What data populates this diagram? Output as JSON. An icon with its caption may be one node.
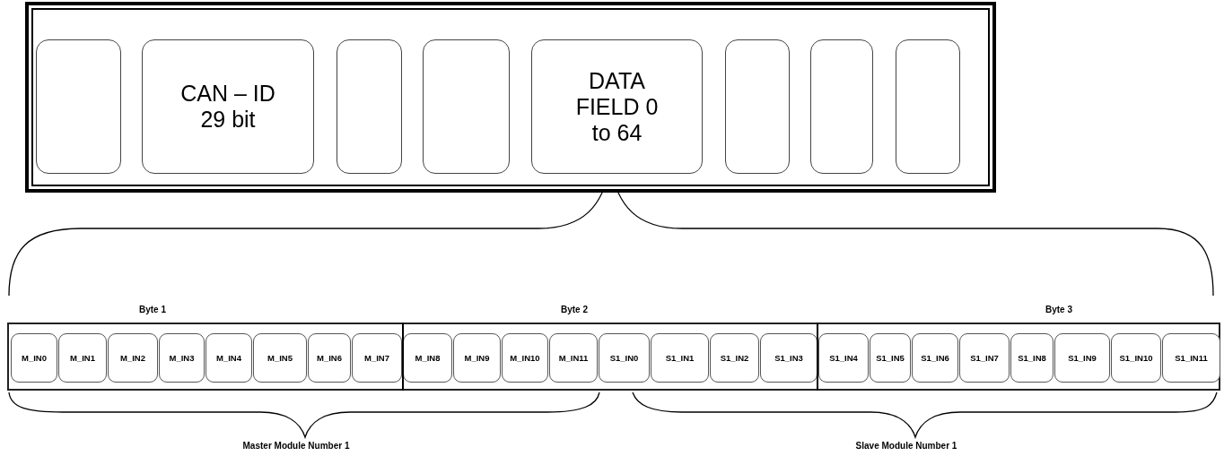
{
  "diagram": {
    "nodes": [
      {
        "text": [],
        "shape": "box"
      },
      {
        "text": [],
        "shape": "box",
        "in": 0
      },
      {
        "text": [
          "CAN – ID 29 bit"
        ],
        "in": 0
      },
      {
        "text": [],
        "shape": "box",
        "in": 0
      },
      {
        "text": [],
        "shape": "box",
        "in": 0
      },
      {
        "text": [
          "DATA FIELD 0 to 64"
        ],
        "in": 0
      },
      {
        "text": [],
        "shape": "box",
        "in": 0
      },
      {
        "text": [],
        "shape": "box",
        "in": 0
      },
      {
        "text": [],
        "shape": "box",
        "in": 0
      },
      {
        "text": [],
        "shape": "box"
      },
      {
        "text": [
          "M_IN0"
        ],
        "in": 9
      },
      {
        "text": [
          "M_IN1"
        ],
        "in": 9
      },
      {
        "text": [
          "M_IN2"
        ],
        "in": 9
      },
      {
        "text": [
          "M_IN3"
        ],
        "in": 9
      },
      {
        "text": [
          "M_IN4"
        ],
        "in": 9
      },
      {
        "text": [
          "M_IN5"
        ],
        "in": 9
      },
      {
        "text": [
          "M_IN6"
        ],
        "in": 9
      },
      {
        "text": [
          "M_IN7"
        ],
        "in": 9
      },
      {
        "text": [
          "M_IN8"
        ],
        "in": 9
      },
      {
        "text": [
          "M_IN9"
        ],
        "in": 9
      },
      {
        "text": [
          "M_IN10"
        ],
        "in": 9
      },
      {
        "text": [
          "M_IN11"
        ],
        "in": 9
      },
      {
        "text": [
          "S1_IN0"
        ],
        "in": 9
      },
      {
        "text": [
          "S1_IN1"
        ],
        "in": 9
      },
      {
        "text": [
          "S1_IN2"
        ],
        "in": 9
      },
      {
        "text": [
          "S1_IN3"
        ],
        "in": 9
      },
      {
        "text": [
          "S1_IN4"
        ],
        "in": 9
      },
      {
        "text": [
          "S1_IN5"
        ],
        "in": 9
      },
      {
        "text": [
          "S1_IN6"
        ],
        "in": 9
      },
      {
        "text": [
          "S1_IN7"
        ],
        "in": 9
      },
      {
        "text": [
          "S1_IN8"
        ],
        "in": 9
      },
      {
        "text": [
          "S1_IN9"
        ],
        "in": 9
      },
      {
        "text": [
          "S1_IN10"
        ],
        "in": 9
      },
      {
        "text": [
          "S1_IN11"
        ],
        "in": 9
      }
    ],
    "labels": [
      "Byte 1",
      "Byte 2",
      "Byte 3",
      "Master Module Number 1",
      "Slave Module Number 1"
    ]
  }
}
